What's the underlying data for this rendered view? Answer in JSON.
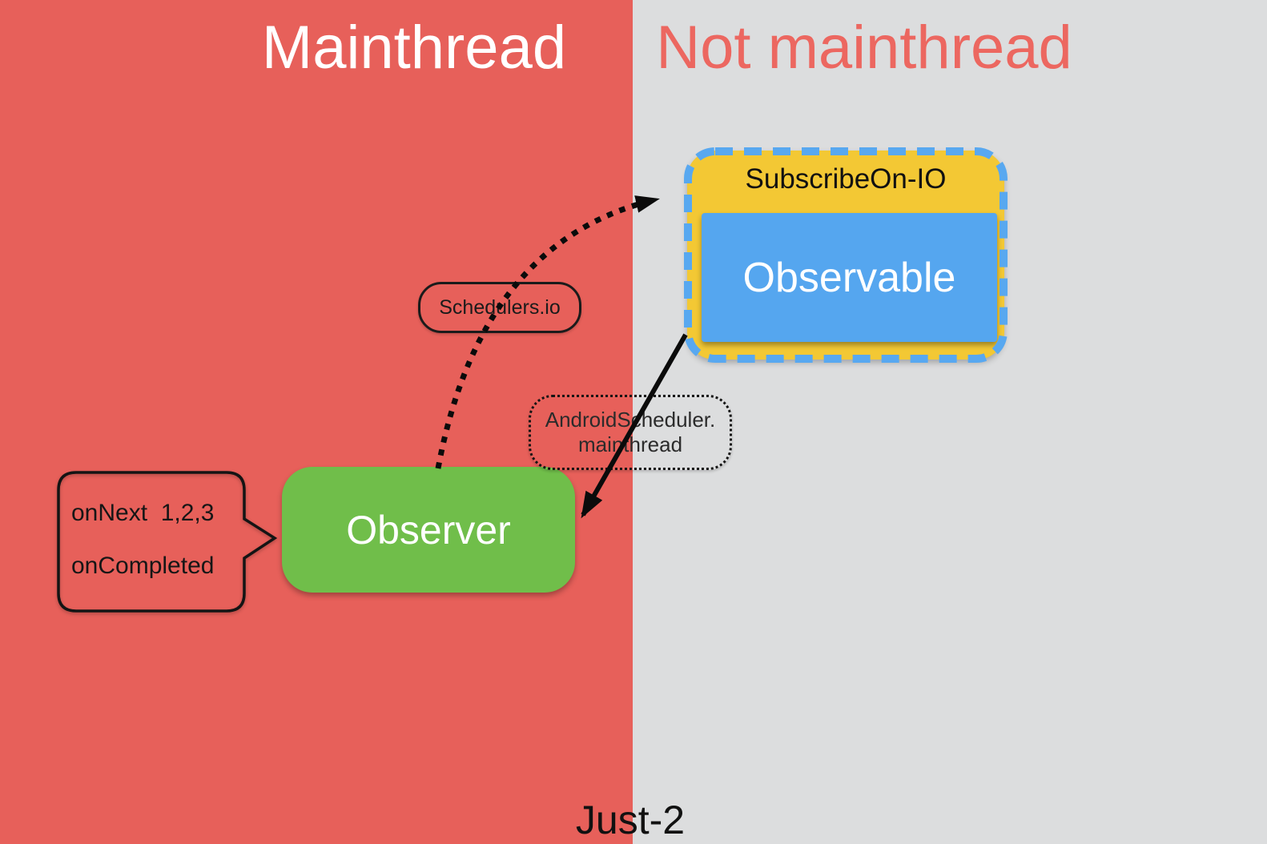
{
  "panels": {
    "left": {
      "label": "Mainthread",
      "bg": "#E7605A",
      "text_color": "#FFFFFF"
    },
    "right": {
      "label": "Not mainthread",
      "bg": "#DCDDDE",
      "text_color": "#EC6760"
    }
  },
  "subscribe_box": {
    "title": "SubscribeOn-IO",
    "inner_label": "Observable",
    "bg": "#F3C834",
    "inner_bg": "#55A6EF",
    "dash_border_color": "#58A8F0"
  },
  "observer_box": {
    "label": "Observer",
    "bg": "#70BE4A"
  },
  "tags": {
    "schedulers_io": "Schedulers.io",
    "android_scheduler_line1": "AndroidScheduler.",
    "android_scheduler_line2": "mainthread"
  },
  "callout": {
    "line1": "onNext  1,2,3",
    "line2": "onCompleted"
  },
  "caption": "Just-2",
  "arrows": {
    "dotted_arrow_desc": "dotted curved arrow from Observer to SubscribeOn-IO box",
    "solid_arrow_desc": "solid arrow from Observable to Observer",
    "color": "#0B0B0B"
  }
}
